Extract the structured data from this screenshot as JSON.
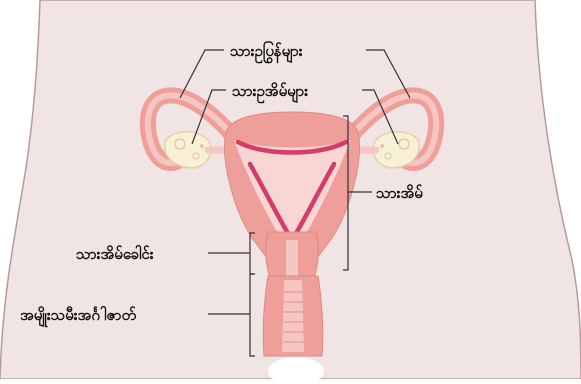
{
  "labels": {
    "fallopian_tubes": "သားဥပြွန်များ",
    "ovaries": "သားဥအိမ်များ",
    "uterus": "သားအိမ်",
    "cervix": "သားအိမ်ခေါင်း",
    "vagina": "အမျိုးသမီးအင်္ဂါဇာတ်"
  },
  "colors": {
    "background_body": "#f1e4e4",
    "body_outline": "#b89a9a",
    "organ_flesh": "#ef9f9a",
    "organ_light": "#f6c6c2",
    "cavity_pink": "#f8d6d4",
    "lining_magenta": "#d43d6a",
    "ovary_cream": "#f7f1d8",
    "leader_line": "#333333"
  }
}
